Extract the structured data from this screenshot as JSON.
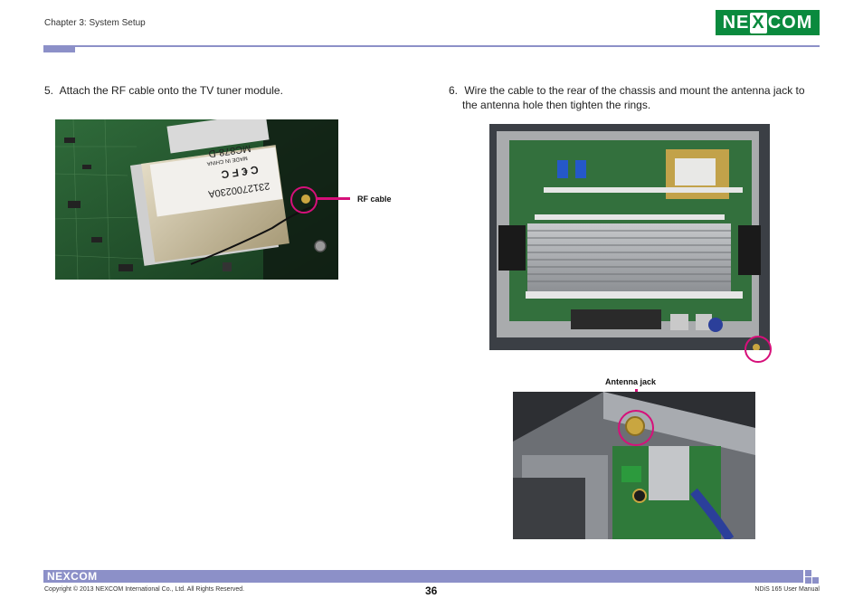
{
  "header": {
    "chapter": "Chapter 3: System Setup",
    "logo": {
      "left": "NE",
      "mid": "X",
      "right": "COM"
    },
    "brand_color": "#0a8a3e",
    "accent_color": "#8c90c8"
  },
  "steps": [
    {
      "number": "5.",
      "text": "Attach the RF cable onto the TV tuner module."
    },
    {
      "number": "6.",
      "text": "Wire the cable to the rear of the chassis and mount the antenna jack to",
      "text_cont": "the antenna hole then tighten the rings."
    }
  ],
  "photo1": {
    "module_serial": "2312700230A",
    "module_model": "MC878-D",
    "module_made": "MADE IN CHINA",
    "module_marks": "C € F C",
    "callout": "RF cable"
  },
  "photo2": {
    "callout": "Antenna jack"
  },
  "footer": {
    "logo": "NEXCOM",
    "copyright": "Copyright © 2013 NEXCOM International Co., Ltd. All Rights Reserved.",
    "page": "36",
    "manual": "NDiS 165 User Manual"
  },
  "highlight_color": "#d6107a"
}
